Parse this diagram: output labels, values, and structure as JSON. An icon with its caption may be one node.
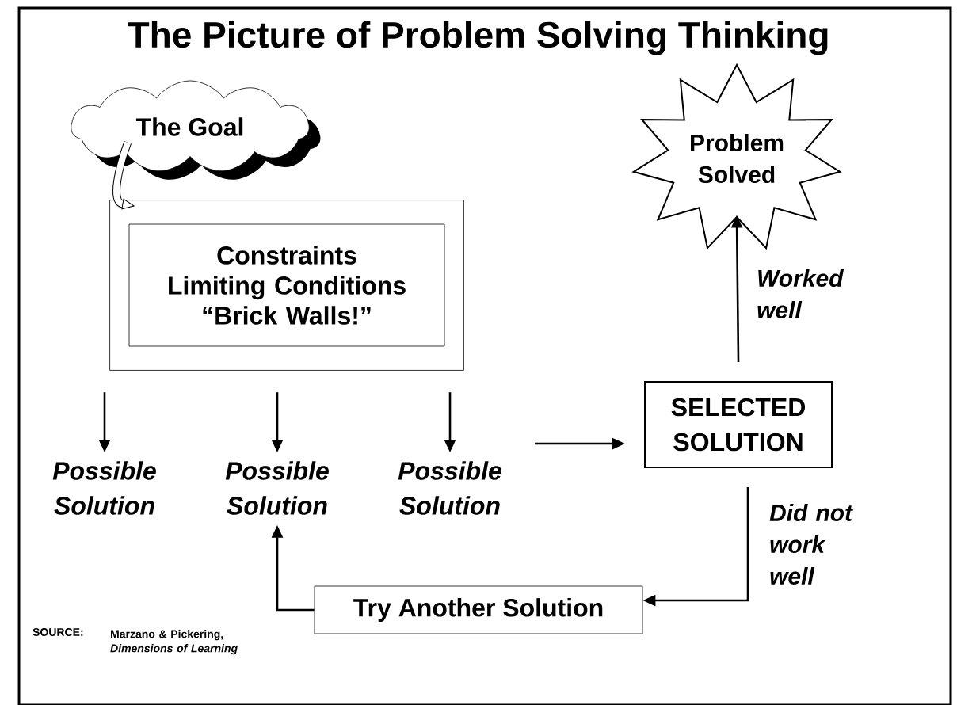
{
  "diagram": {
    "title": "The Picture of Problem Solving Thinking",
    "nodes": [
      {
        "text": [
          "The Goal"
        ]
      },
      {
        "text": [],
        "shape": "box"
      },
      {
        "text": [
          "Constraints Limiting Conditions “Brick Walls!”"
        ],
        "in": 1
      },
      {
        "text": [
          "Problem Solved"
        ]
      },
      {
        "text": [
          "Possible Solution"
        ]
      },
      {
        "text": [
          "Possible Solution"
        ]
      },
      {
        "text": [
          "Possible Solution"
        ]
      },
      {
        "text": [
          "SELECTED SOLUTION"
        ]
      },
      {
        "text": [
          "Try Another Solution"
        ]
      }
    ],
    "edges": [
      {
        "from": 0,
        "to": 1,
        "arrow": "to",
        "style": "thick"
      },
      {
        "from": 1,
        "to": 4,
        "arrow": "to"
      },
      {
        "from": 1,
        "to": 5,
        "arrow": "to"
      },
      {
        "from": 1,
        "to": 6,
        "arrow": "to"
      },
      {
        "from": 6,
        "to": 7,
        "arrow": "to"
      },
      {
        "from": 7,
        "to": 3,
        "arrow": "to",
        "label": "Worked well"
      },
      {
        "from": 7,
        "to": 8,
        "arrow": "to",
        "label": "Did not work well"
      },
      {
        "from": 8,
        "to": 5,
        "arrow": "to"
      }
    ],
    "labels": [
      "SOURCE:",
      "Marzano & Pickering, *Dimensions of Learning*"
    ]
  }
}
